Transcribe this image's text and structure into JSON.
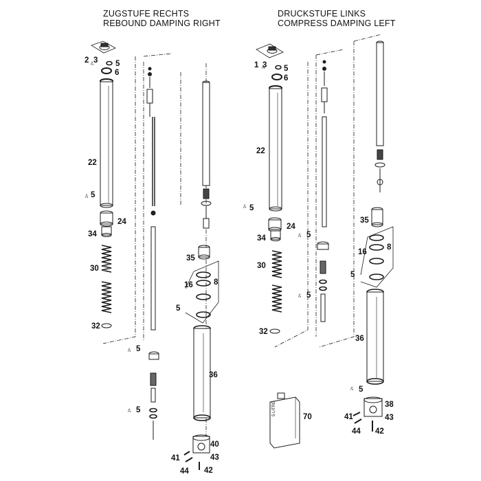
{
  "titles": {
    "left_line1": "ZUGSTUFE RECHTS",
    "left_line2": "REBOUND DAMPING RIGHT",
    "right_line1": "DRUCKSTUFE LINKS",
    "right_line2": "COMPRESS DAMPING LEFT"
  },
  "oil_can_label": "5 LITRE",
  "small_mark": "2×",
  "callouts": {
    "l_2": "2",
    "l_3": "3",
    "l_5a": "5",
    "l_6": "6",
    "l_22": "22",
    "l_5b": "5",
    "l_24": "24",
    "l_34": "34",
    "l_30": "30",
    "l_32": "32",
    "l_5c": "5",
    "l_5d": "5",
    "l_35": "35",
    "l_16": "16",
    "l_8": "8",
    "l_5e": "5",
    "l_36": "36",
    "l_40": "40",
    "l_41": "41",
    "l_43": "43",
    "l_44": "44",
    "l_42": "42",
    "r_1": "1",
    "r_3": "3",
    "r_5a": "5",
    "r_6": "6",
    "r_22": "22",
    "r_5b": "5",
    "r_24": "24",
    "r_34": "34",
    "r_5c": "5",
    "r_30": "30",
    "r_5d": "5",
    "r_32": "32",
    "r_35": "35",
    "r_16": "16",
    "r_8": "8",
    "r_5e": "5",
    "r_36": "36",
    "r_5f": "5",
    "r_38": "38",
    "r_41": "41",
    "r_43": "43",
    "r_44": "44",
    "r_42": "42",
    "r_70": "70"
  }
}
